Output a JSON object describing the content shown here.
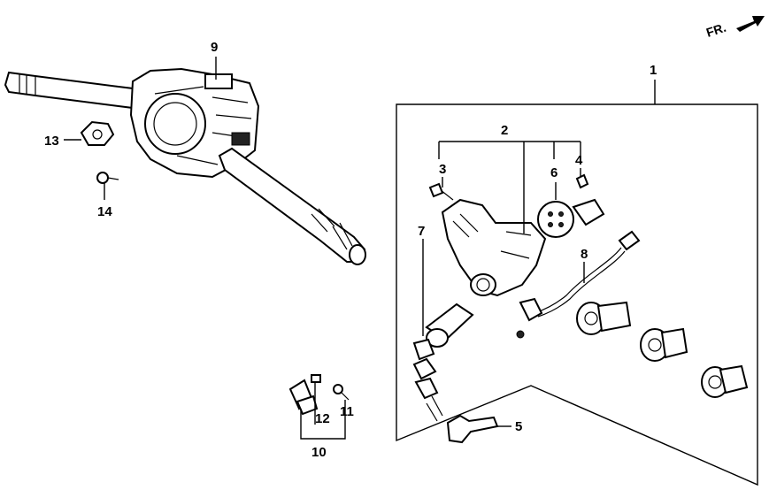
{
  "orientation": {
    "text": "FR.",
    "icon": "front-direction-arrow-icon"
  },
  "callouts": [
    "1",
    "2",
    "3",
    "4",
    "5",
    "6",
    "7",
    "8",
    "9",
    "10",
    "11",
    "12",
    "13",
    "14"
  ]
}
